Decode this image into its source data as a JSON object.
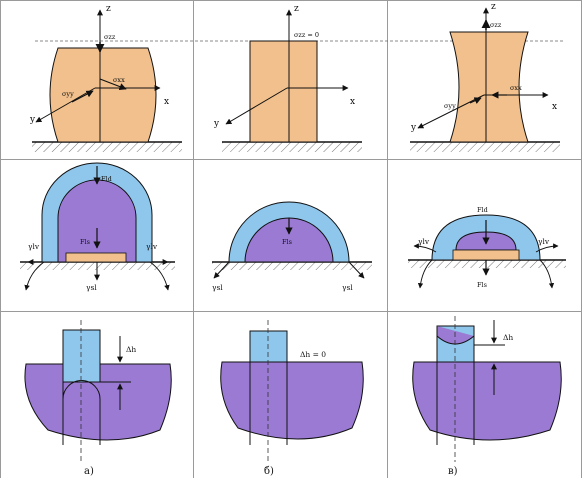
{
  "colors": {
    "solid": "#f2c08c",
    "liquid_outer": "#8fc6ec",
    "liquid_inner": "#9a7ad3",
    "bulk": "#9a7ad3",
    "capillary": "#8fc6ec",
    "substrate_pad": "#f2c08c",
    "line": "#111111",
    "grid": "#8a8a8a"
  },
  "row1": {
    "a": {
      "stress_z": "σzz",
      "stress_x": "σxx",
      "stress_y": "σyy",
      "axis_z": "z",
      "axis_x": "x",
      "axis_y": "y"
    },
    "b": {
      "stress_z": "σzz = 0",
      "axis_z": "z",
      "axis_x": "x",
      "axis_y": "y"
    },
    "c": {
      "stress_z": "σzz",
      "stress_x": "σxx",
      "stress_y": "σyy",
      "axis_z": "z",
      "axis_x": "x",
      "axis_y": "y"
    }
  },
  "row2": {
    "a": {
      "force_top": "Fld",
      "force_inner": "Fls",
      "gamma_left": "γlv",
      "gamma_right": "γlv",
      "gamma_bottom": "γsl"
    },
    "b": {
      "force_inner": "Fls",
      "gamma_left": "γsl",
      "gamma_right": "γsl"
    },
    "c": {
      "force_top": "Fld",
      "force_bottom": "Fls",
      "gamma_left": "γlv",
      "gamma_right": "γlv"
    }
  },
  "row3": {
    "a": {
      "dh": "Δh",
      "caption": "а)"
    },
    "b": {
      "dh": "Δh = 0",
      "caption": "б)"
    },
    "c": {
      "dh": "Δh",
      "caption": "в)"
    }
  }
}
